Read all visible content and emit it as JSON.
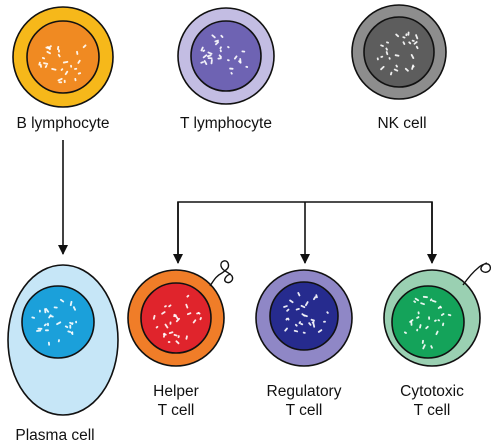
{
  "cells": {
    "b_lymphocyte": {
      "label": "B lymphocyte",
      "membrane_color": "#f6b81a",
      "nucleus_color": "#f08a22"
    },
    "t_lymphocyte": {
      "label": "T lymphocyte",
      "membrane_color": "#c3bde3",
      "nucleus_color": "#6e63b3"
    },
    "nk_cell": {
      "label": "NK cell",
      "membrane_color": "#8d8d8d",
      "nucleus_color": "#5d5d5d"
    },
    "plasma_cell": {
      "label": "Plasma cell",
      "membrane_color": "#c6e6f7",
      "nucleus_color": "#1ba0da"
    },
    "helper_t_cell": {
      "label_line1": "Helper",
      "label_line2": "T cell",
      "membrane_color": "#f07d28",
      "nucleus_color": "#e0242c"
    },
    "regulatory_t_cell": {
      "label_line1": "Regulatory",
      "label_line2": "T cell",
      "membrane_color": "#8f87c6",
      "nucleus_color": "#262b8e"
    },
    "cytotoxic_t_cell": {
      "label_line1": "Cytotoxic",
      "label_line2": "T cell",
      "membrane_color": "#9ad0b2",
      "nucleus_color": "#14a35a"
    }
  }
}
